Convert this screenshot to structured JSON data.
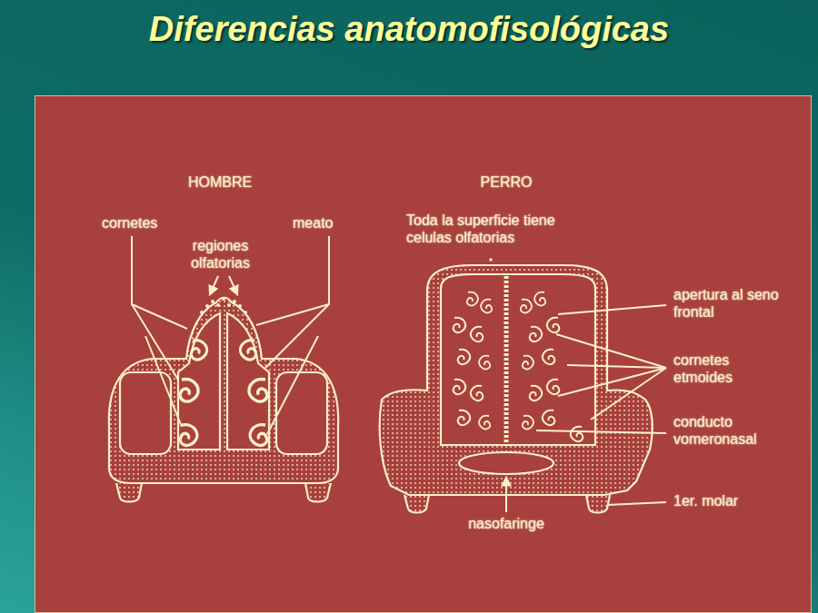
{
  "diagram": {
    "title": "Diferencias anatomofisológicas",
    "labels": [
      "HOMBRE",
      "PERRO",
      "cornetes",
      "regiones olfatorias",
      "meato",
      "Toda la superficie tiene celulas olfatorias",
      "apertura al seno frontal",
      "cornetes etmoides",
      "conducto vomeronasal",
      "1er. molar",
      "nasofaringe"
    ]
  }
}
